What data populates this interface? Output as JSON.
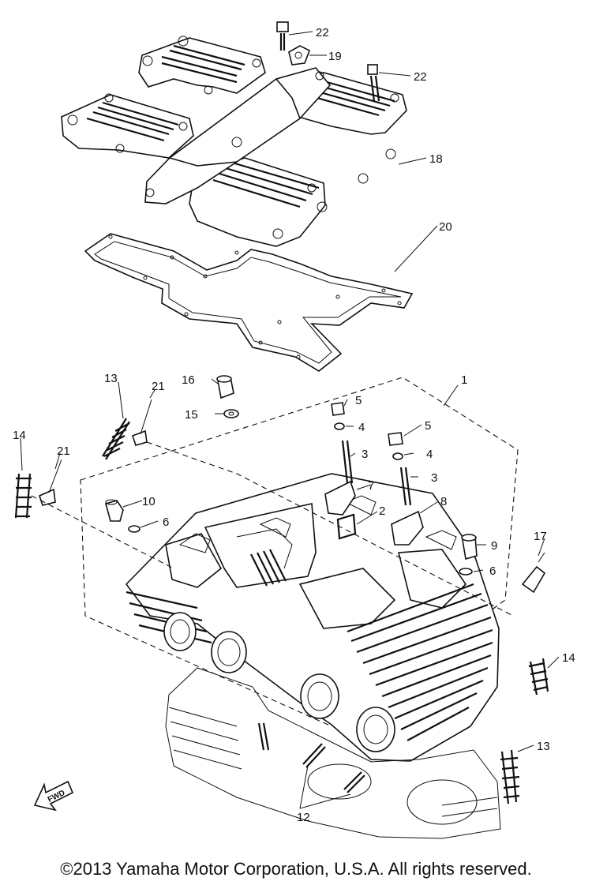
{
  "labels": {
    "p1": "1",
    "p2": "2",
    "p3a": "3",
    "p3b": "3",
    "p4a": "4",
    "p4b": "4",
    "p5a": "5",
    "p5b": "5",
    "p6a": "6",
    "p6b": "6",
    "p7": "7",
    "p8": "8",
    "p9": "9",
    "p10": "10",
    "p12": "12",
    "p13a": "13",
    "p13b": "13",
    "p14a": "14",
    "p14b": "14",
    "p15": "15",
    "p16": "16",
    "p17": "17",
    "p18": "18",
    "p19": "19",
    "p20": "20",
    "p21a": "21",
    "p21b": "21",
    "p22a": "22",
    "p22b": "22"
  },
  "fwd_label": "FWD",
  "copyright": "©2013 Yamaha Motor Corporation, U.S.A. All rights reserved."
}
